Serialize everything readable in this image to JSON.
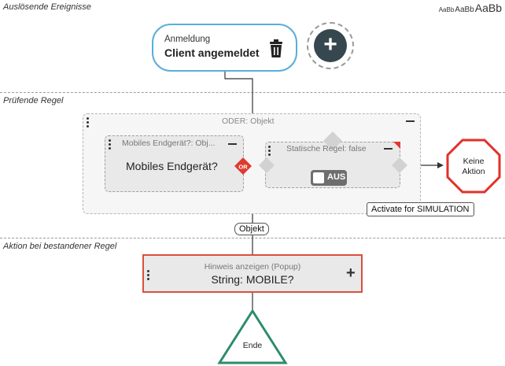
{
  "sections": {
    "trigger_label": "Auslösende Ereignisse",
    "check_label": "Prüfende Regel",
    "action_label": "Aktion bei bestandener Regel"
  },
  "font_size_samples": [
    "AaBb",
    "AaBb",
    "AaBb"
  ],
  "trigger": {
    "subtitle": "Anmeldung",
    "title": "Client angemeldet",
    "delete_icon": "trash-icon",
    "add_icon": "plus-icon"
  },
  "or_group": {
    "title": "ODER: Objekt",
    "badge": "OR"
  },
  "condition_mobile": {
    "title": "Mobiles Endgerät?: Obj...",
    "main": "Mobiles Endgerät?"
  },
  "condition_static": {
    "title": "Statische Regel: false",
    "toggle_label": "AUS"
  },
  "no_action": {
    "line1": "Keine",
    "line2": "Aktion"
  },
  "tooltip": "Activate for SIMULATION",
  "connector_label": "Objekt",
  "action": {
    "title": "Hinweis anzeigen (Popup)",
    "main": "String: MOBILE?"
  },
  "end": {
    "label": "Ende"
  },
  "colors": {
    "trigger_border": "#5aaedb",
    "action_border": "#d9503f",
    "no_action_border": "#e2302a",
    "end_border": "#2e8b6e",
    "add_button": "#37474f",
    "or_badge": "#e03a2f"
  }
}
